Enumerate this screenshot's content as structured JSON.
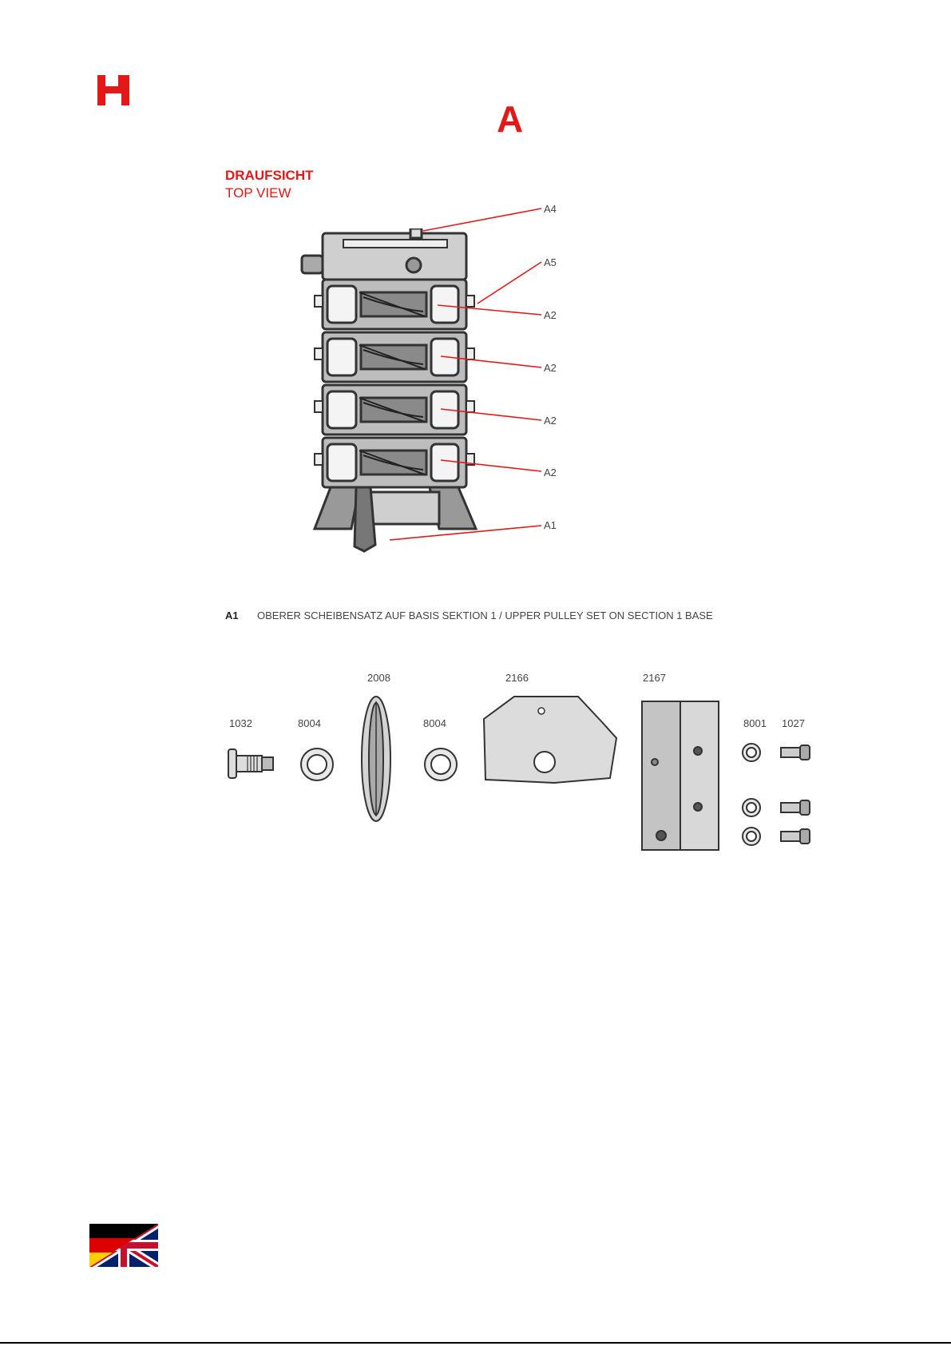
{
  "section": {
    "letter": "A"
  },
  "view": {
    "title_de": "DRAUFSICHT",
    "title_en": "TOP VIEW"
  },
  "callouts": [
    "A4",
    "A5",
    "A2",
    "A2",
    "A2",
    "A2",
    "A1"
  ],
  "description": {
    "code": "A1",
    "text": "OBERER SCHEIBENSATZ AUF BASIS SEKTION 1 / UPPER PULLEY SET ON SECTION 1 BASE"
  },
  "parts": {
    "p1032": "1032",
    "p8004a": "8004",
    "p2008": "2008",
    "p8004b": "8004",
    "p2166": "2166",
    "p2167": "2167",
    "p8001": "8001",
    "p1027": "1027"
  },
  "colors": {
    "accent": "#e31818",
    "text": "#444444"
  },
  "icons": [
    "brand-logo-icon",
    "de-uk-flag-icon"
  ]
}
